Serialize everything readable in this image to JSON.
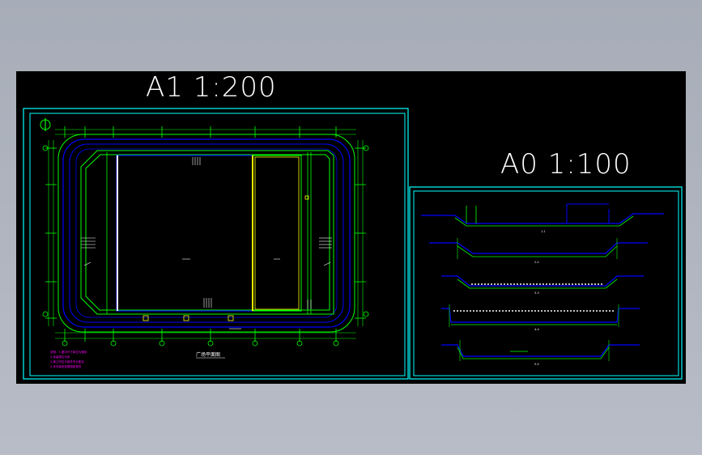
{
  "sheet_a1": {
    "title": "A1 1:200",
    "drawing_caption": "广场平面图",
    "legend_lines": [
      "说明：1.图中尺寸单位为毫米",
      "2.标高单位为米",
      "3.施工时应与相关专业配合",
      "4.未尽事宜参照国家规范"
    ]
  },
  "sheet_a0": {
    "title": "A0 1:100",
    "section_labels": [
      "1-1",
      "2-2",
      "3-3",
      "4-4",
      "5-5"
    ]
  },
  "colors": {
    "background": "#000000",
    "frame": "#00ffff",
    "wall": "#0000ff",
    "grid": "#00ff00",
    "highlight": "#ffff00",
    "legend": "#ff00ff",
    "text": "#ffffff"
  }
}
